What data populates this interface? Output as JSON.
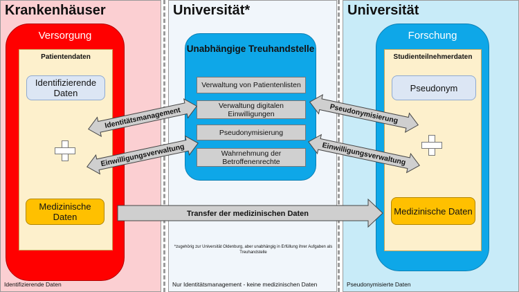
{
  "left": {
    "title": "Krankenhäuser",
    "footer": "Identifizierende Daten",
    "outer_label": "Versorgung",
    "inner_label": "Patientendaten",
    "box_top": "Identifizierende Daten",
    "box_bottom": "Medizinische Daten"
  },
  "center": {
    "title": "Universität*",
    "footer": "Nur Identitätsmanagement - keine medizinischen Daten",
    "note": "*zugehörig zur Universität Oldenburg, aber unabhängig in Erfüllung ihrer Aufgaben als Treuhandstelle",
    "trust_title": "Unabhängige Treuhandstelle",
    "tasks": [
      "Verwaltung von Patientenlisten",
      "Verwaltung digitalen Einwilligungen",
      "Pseudonymisierung",
      "Wahrnehmung der Betroffenenrechte"
    ]
  },
  "right": {
    "title": "Universität",
    "footer": "Pseudonymisierte Daten",
    "outer_label": "Forschung",
    "inner_label": "Studienteilnehmerdaten",
    "box_top": "Pseudonym",
    "box_bottom": "Medizinische Daten"
  },
  "arrows": {
    "identity": "Identitätsmanagement",
    "consent_left": "Einwilligungsverwaltung",
    "pseudonym": "Pseudonymisierung",
    "consent_right": "Einwilligungsverwaltung",
    "transfer": "Transfer der medizinischen Daten"
  },
  "colors": {
    "hospital_red": "#ff0000",
    "research_blue": "#0ea7e8",
    "medical_yellow": "#ffc000",
    "arrow_gray": "#cfcfcf"
  }
}
